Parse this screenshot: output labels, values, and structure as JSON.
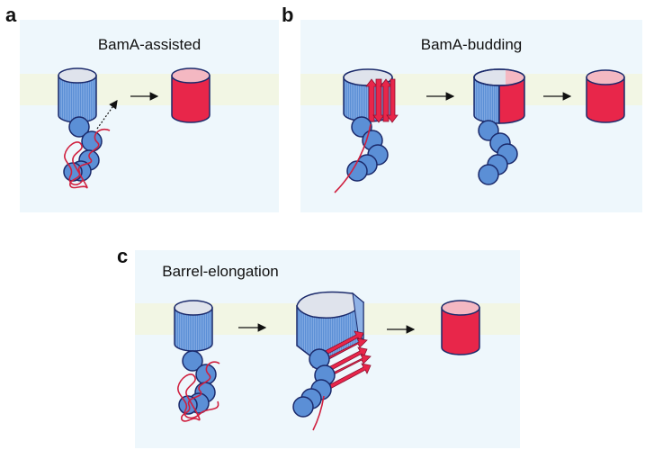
{
  "panels": [
    {
      "letter": "a",
      "title": "BamA-assisted"
    },
    {
      "letter": "b",
      "title": "BamA-budding"
    },
    {
      "letter": "c",
      "title": "Barrel-elongation"
    }
  ],
  "colors": {
    "panel_bg": "#eef7fc",
    "membrane": "#f2f6e4",
    "bama_blue": "#5b8fd6",
    "bama_top": "#dfe3ec",
    "omp_red": "#e8264a",
    "omp_top": "#f4b8c2",
    "outline": "#1b2a6b",
    "chain_red": "#d0203f"
  }
}
